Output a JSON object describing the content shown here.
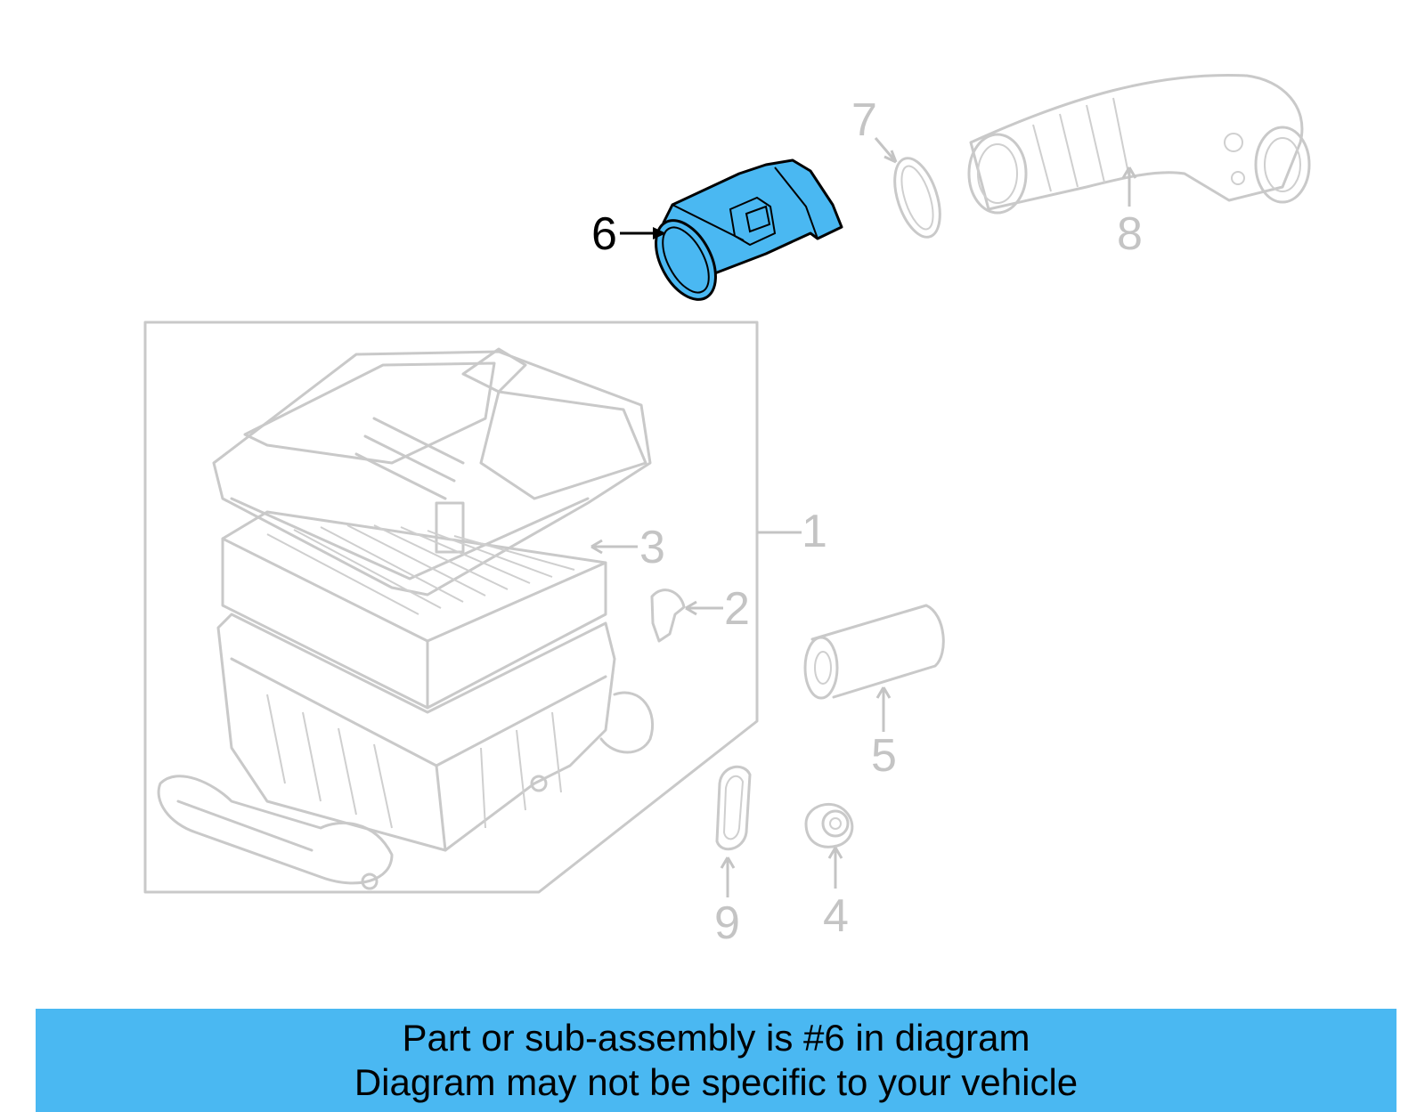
{
  "diagram": {
    "highlighted_part": "6",
    "callouts": [
      "1",
      "2",
      "3",
      "4",
      "5",
      "6",
      "7",
      "8",
      "9"
    ],
    "colors": {
      "highlight": "#4ab8f2",
      "outline": "#c9c9c9",
      "active_label": "#000000"
    }
  },
  "banner": {
    "line1": "Part or sub-assembly is #6 in diagram",
    "line2": "Diagram may not be specific to your vehicle"
  }
}
